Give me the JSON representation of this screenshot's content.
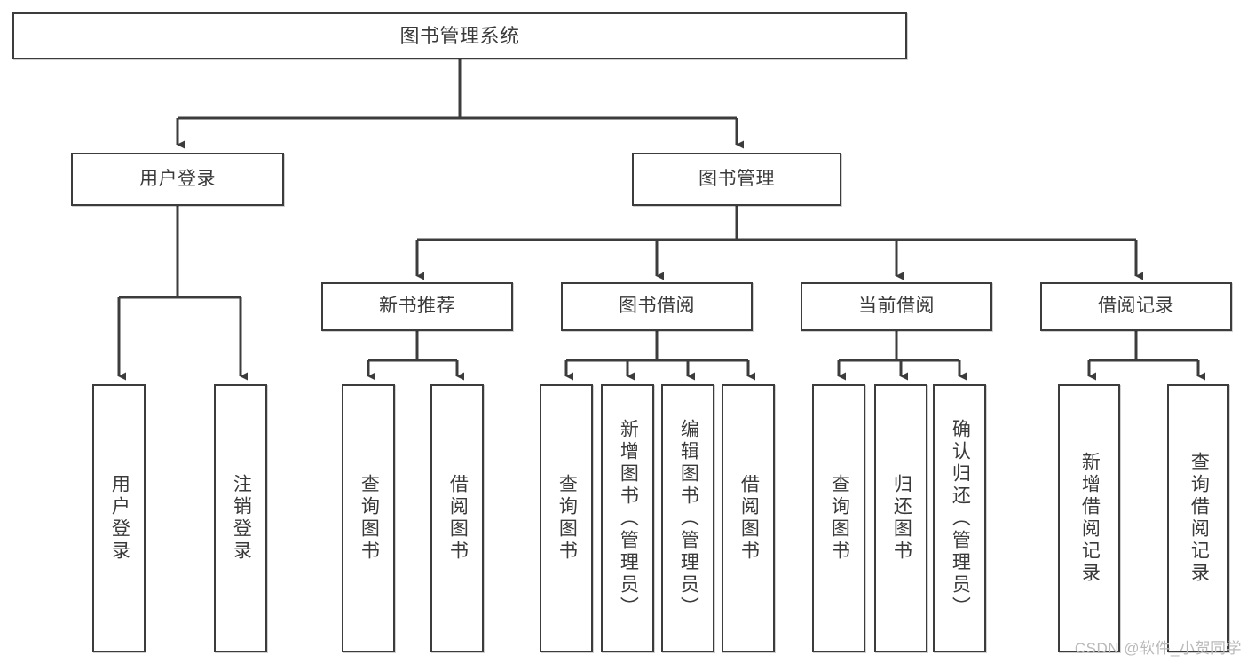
{
  "diagram": {
    "type": "tree-hierarchy",
    "title": "图书管理系统",
    "watermark": "CSDN @软件_小贺同学",
    "colors": {
      "background": "#ffffff",
      "stroke": "#3c3c3c",
      "text": "#3a3a3a",
      "watermark": "#b9b9b9"
    },
    "levels": {
      "root": "图书管理系统",
      "level2": [
        "用户登录",
        "图书管理"
      ],
      "level3": [
        "新书推荐",
        "图书借阅",
        "当前借阅",
        "借阅记录"
      ]
    },
    "nodes": {
      "root": {
        "label": "图书管理系统"
      },
      "user_login": {
        "label": "用户登录"
      },
      "book_manage": {
        "label": "图书管理"
      },
      "new_book_rec": {
        "label": "新书推荐"
      },
      "book_borrow": {
        "label": "图书借阅"
      },
      "current_borrow": {
        "label": "当前借阅"
      },
      "borrow_record": {
        "label": "借阅记录"
      },
      "leaf_user_login": {
        "label": "用户登录"
      },
      "leaf_user_logout": {
        "label": "注销登录"
      },
      "leaf_query_book_1": {
        "label": "查询图书"
      },
      "leaf_borrow_book_1": {
        "label": "借阅图书"
      },
      "leaf_query_book_2": {
        "label": "查询图书"
      },
      "leaf_add_book": {
        "label": "新增图书（管理员）"
      },
      "leaf_edit_book": {
        "label": "编辑图书（管理员）"
      },
      "leaf_borrow_book_2": {
        "label": "借阅图书"
      },
      "leaf_query_book_3": {
        "label": "查询图书"
      },
      "leaf_return_book": {
        "label": "归还图书"
      },
      "leaf_confirm_return": {
        "label": "确认归还（管理员）"
      },
      "leaf_add_record": {
        "label": "新增借阅记录"
      },
      "leaf_query_record": {
        "label": "查询借阅记录"
      }
    },
    "edges": [
      {
        "from": "图书管理系统",
        "to": "用户登录"
      },
      {
        "from": "图书管理系统",
        "to": "图书管理"
      },
      {
        "from": "用户登录",
        "to": "用户登录"
      },
      {
        "from": "用户登录",
        "to": "注销登录"
      },
      {
        "from": "图书管理",
        "to": "新书推荐"
      },
      {
        "from": "图书管理",
        "to": "图书借阅"
      },
      {
        "from": "图书管理",
        "to": "当前借阅"
      },
      {
        "from": "图书管理",
        "to": "借阅记录"
      },
      {
        "from": "新书推荐",
        "to": "查询图书"
      },
      {
        "from": "新书推荐",
        "to": "借阅图书"
      },
      {
        "from": "图书借阅",
        "to": "查询图书"
      },
      {
        "from": "图书借阅",
        "to": "新增图书（管理员）"
      },
      {
        "from": "图书借阅",
        "to": "编辑图书（管理员）"
      },
      {
        "from": "图书借阅",
        "to": "借阅图书"
      },
      {
        "from": "当前借阅",
        "to": "查询图书"
      },
      {
        "from": "当前借阅",
        "to": "归还图书"
      },
      {
        "from": "当前借阅",
        "to": "确认归还（管理员）"
      },
      {
        "from": "借阅记录",
        "to": "新增借阅记录"
      },
      {
        "from": "借阅记录",
        "to": "查询借阅记录"
      }
    ]
  }
}
